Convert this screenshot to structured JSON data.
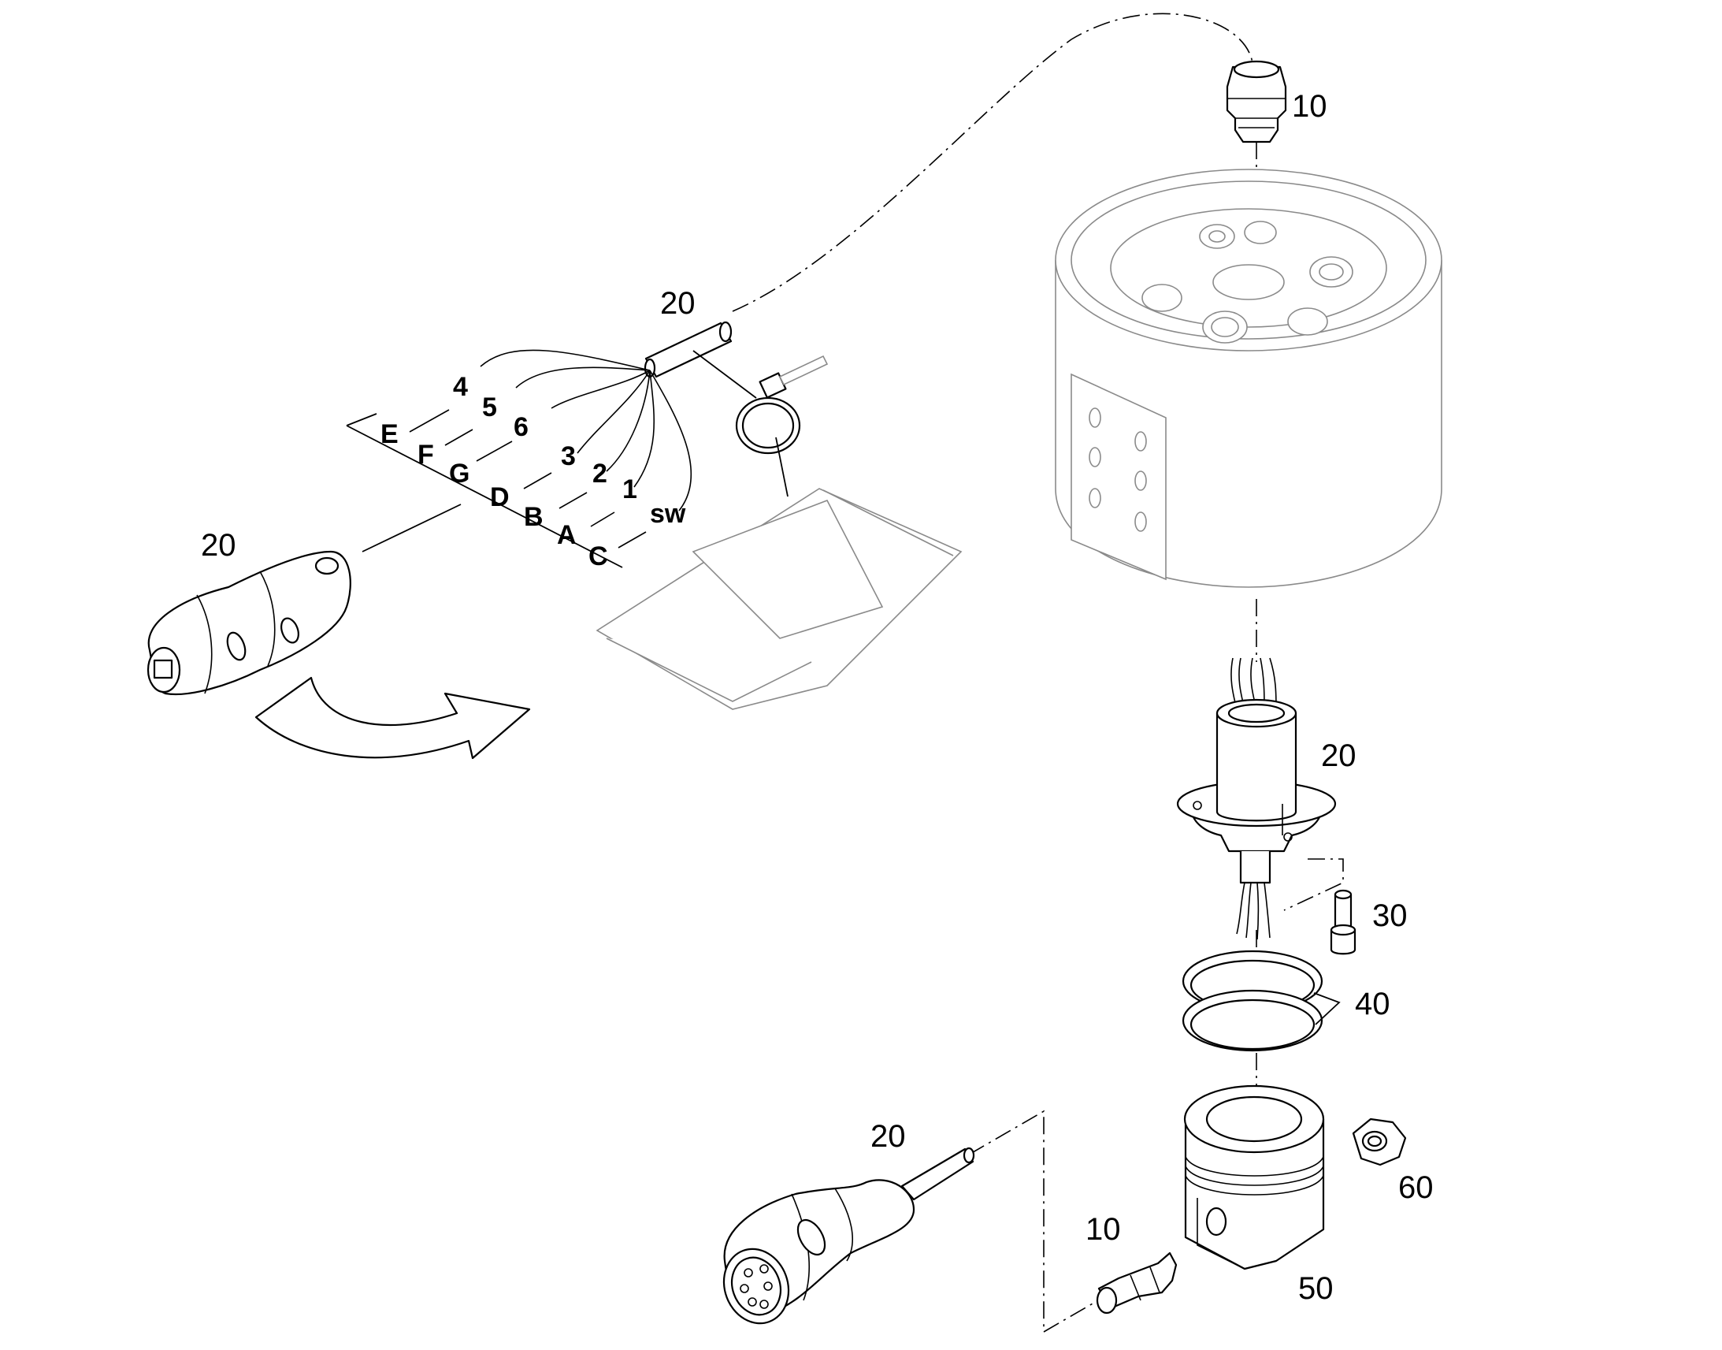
{
  "callouts": {
    "top_fitting": "10",
    "cable_top": "20",
    "plug_left": "20",
    "sensor": "20",
    "screw": "30",
    "orings": "40",
    "cable_bottom": "20",
    "plug_fitting": "60",
    "housing": "50",
    "bottom_fitting": "10"
  },
  "wires": [
    "4",
    "5",
    "6",
    "3",
    "2",
    "1",
    "sw"
  ],
  "pins": [
    "E",
    "F",
    "G",
    "D",
    "B",
    "A",
    "C"
  ]
}
